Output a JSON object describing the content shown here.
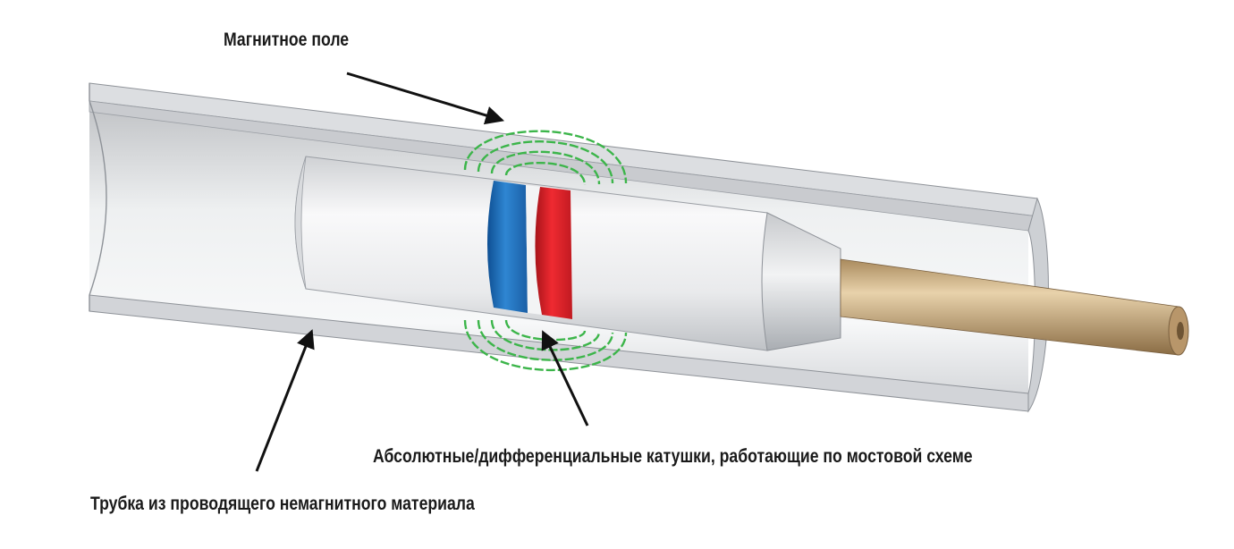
{
  "labels": {
    "magnetic_field": "Магнитное поле",
    "coils": "Абсолютные/дифференциальные катушки, работающие по мостовой схеме",
    "tube": "Трубка из проводящего немагнитного материала"
  },
  "colors": {
    "coil_blue": "#1f6fb8",
    "coil_red": "#d81e26",
    "field_lines": "#3cb54a",
    "cable": "#c9a876",
    "tube_gray": "#d4d6d9"
  }
}
